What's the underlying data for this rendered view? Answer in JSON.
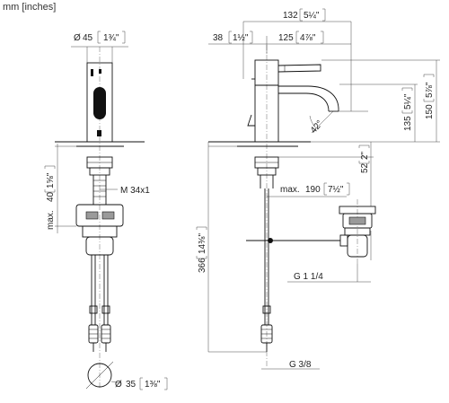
{
  "units_label": "mm [inches]",
  "dimensions": {
    "top_diameter": {
      "prefix": "Ø",
      "mm": "45",
      "inch": "1¾\""
    },
    "reach_total": {
      "mm": "132",
      "inch": "5¼\""
    },
    "body_offset": {
      "mm": "38",
      "inch": "1½\""
    },
    "spout_reach": {
      "mm": "125",
      "inch": "4⅞\""
    },
    "height_outlet": {
      "mm": "135",
      "inch": "5¼\""
    },
    "height_total": {
      "mm": "150",
      "inch": "5⅞\""
    },
    "spray_angle": {
      "text": "42°"
    },
    "thread": {
      "text": "M 34x1"
    },
    "max_deck_thickness": {
      "prefix": "max.",
      "mm": "40",
      "inch": "1⅝\""
    },
    "below_deck": {
      "mm": "52",
      "inch": "2\""
    },
    "max_rod_length": {
      "prefix": "max.",
      "mm": "190",
      "inch": "7½\""
    },
    "total_length": {
      "mm": "366",
      "inch": "14⅜\""
    },
    "waste_thread": {
      "text": "G 1 1/4"
    },
    "supply_thread": {
      "text": "G 3/8"
    },
    "hole_diameter": {
      "prefix": "Ø",
      "mm": "35",
      "inch": "1⅜\""
    }
  }
}
